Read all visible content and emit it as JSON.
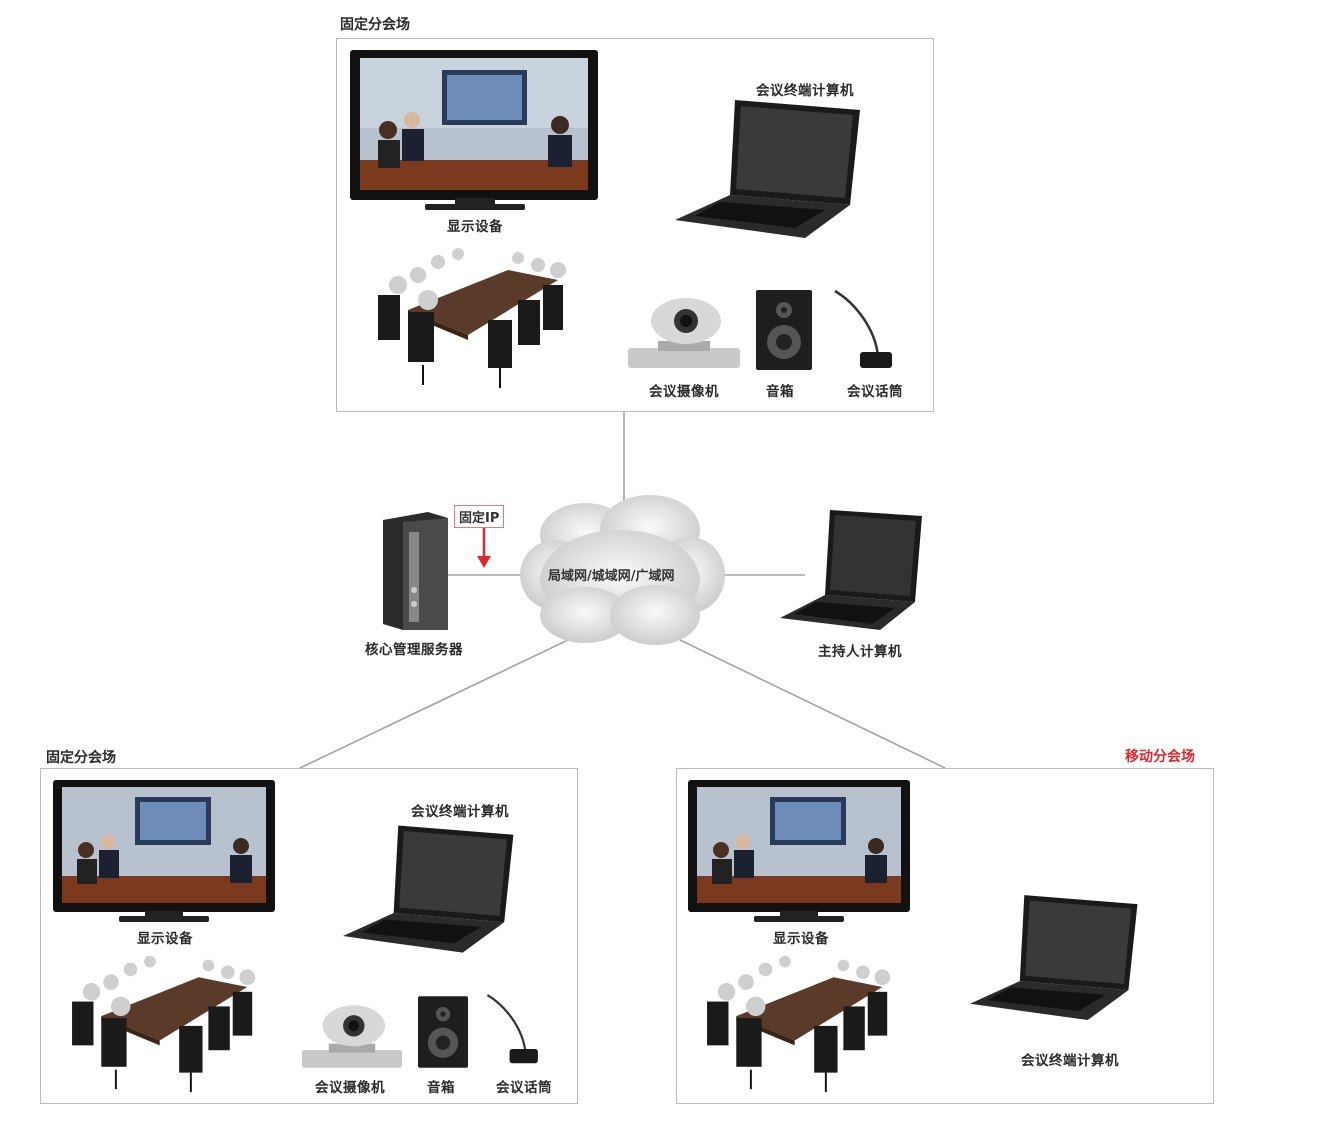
{
  "sites": {
    "top": {
      "title": "固定分会场",
      "display": "显示设备",
      "terminal": "会议终端计算机",
      "camera": "会议摄像机",
      "speaker": "音箱",
      "mic": "会议话筒"
    },
    "bottom_left": {
      "title": "固定分会场",
      "display": "显示设备",
      "terminal": "会议终端计算机",
      "camera": "会议摄像机",
      "speaker": "音箱",
      "mic": "会议话筒"
    },
    "bottom_right": {
      "title": "移动分会场",
      "display": "显示设备",
      "terminal": "会议终端计算机"
    }
  },
  "network": {
    "cloud": "局域网/城域网/广域网",
    "server": "核心管理服务器",
    "fixed_ip": "固定IP",
    "host": "主持人计算机"
  },
  "colors": {
    "panel_border": "#b9b9cf",
    "wire": "#9a9a9a",
    "accent_red": "#e0262b"
  }
}
